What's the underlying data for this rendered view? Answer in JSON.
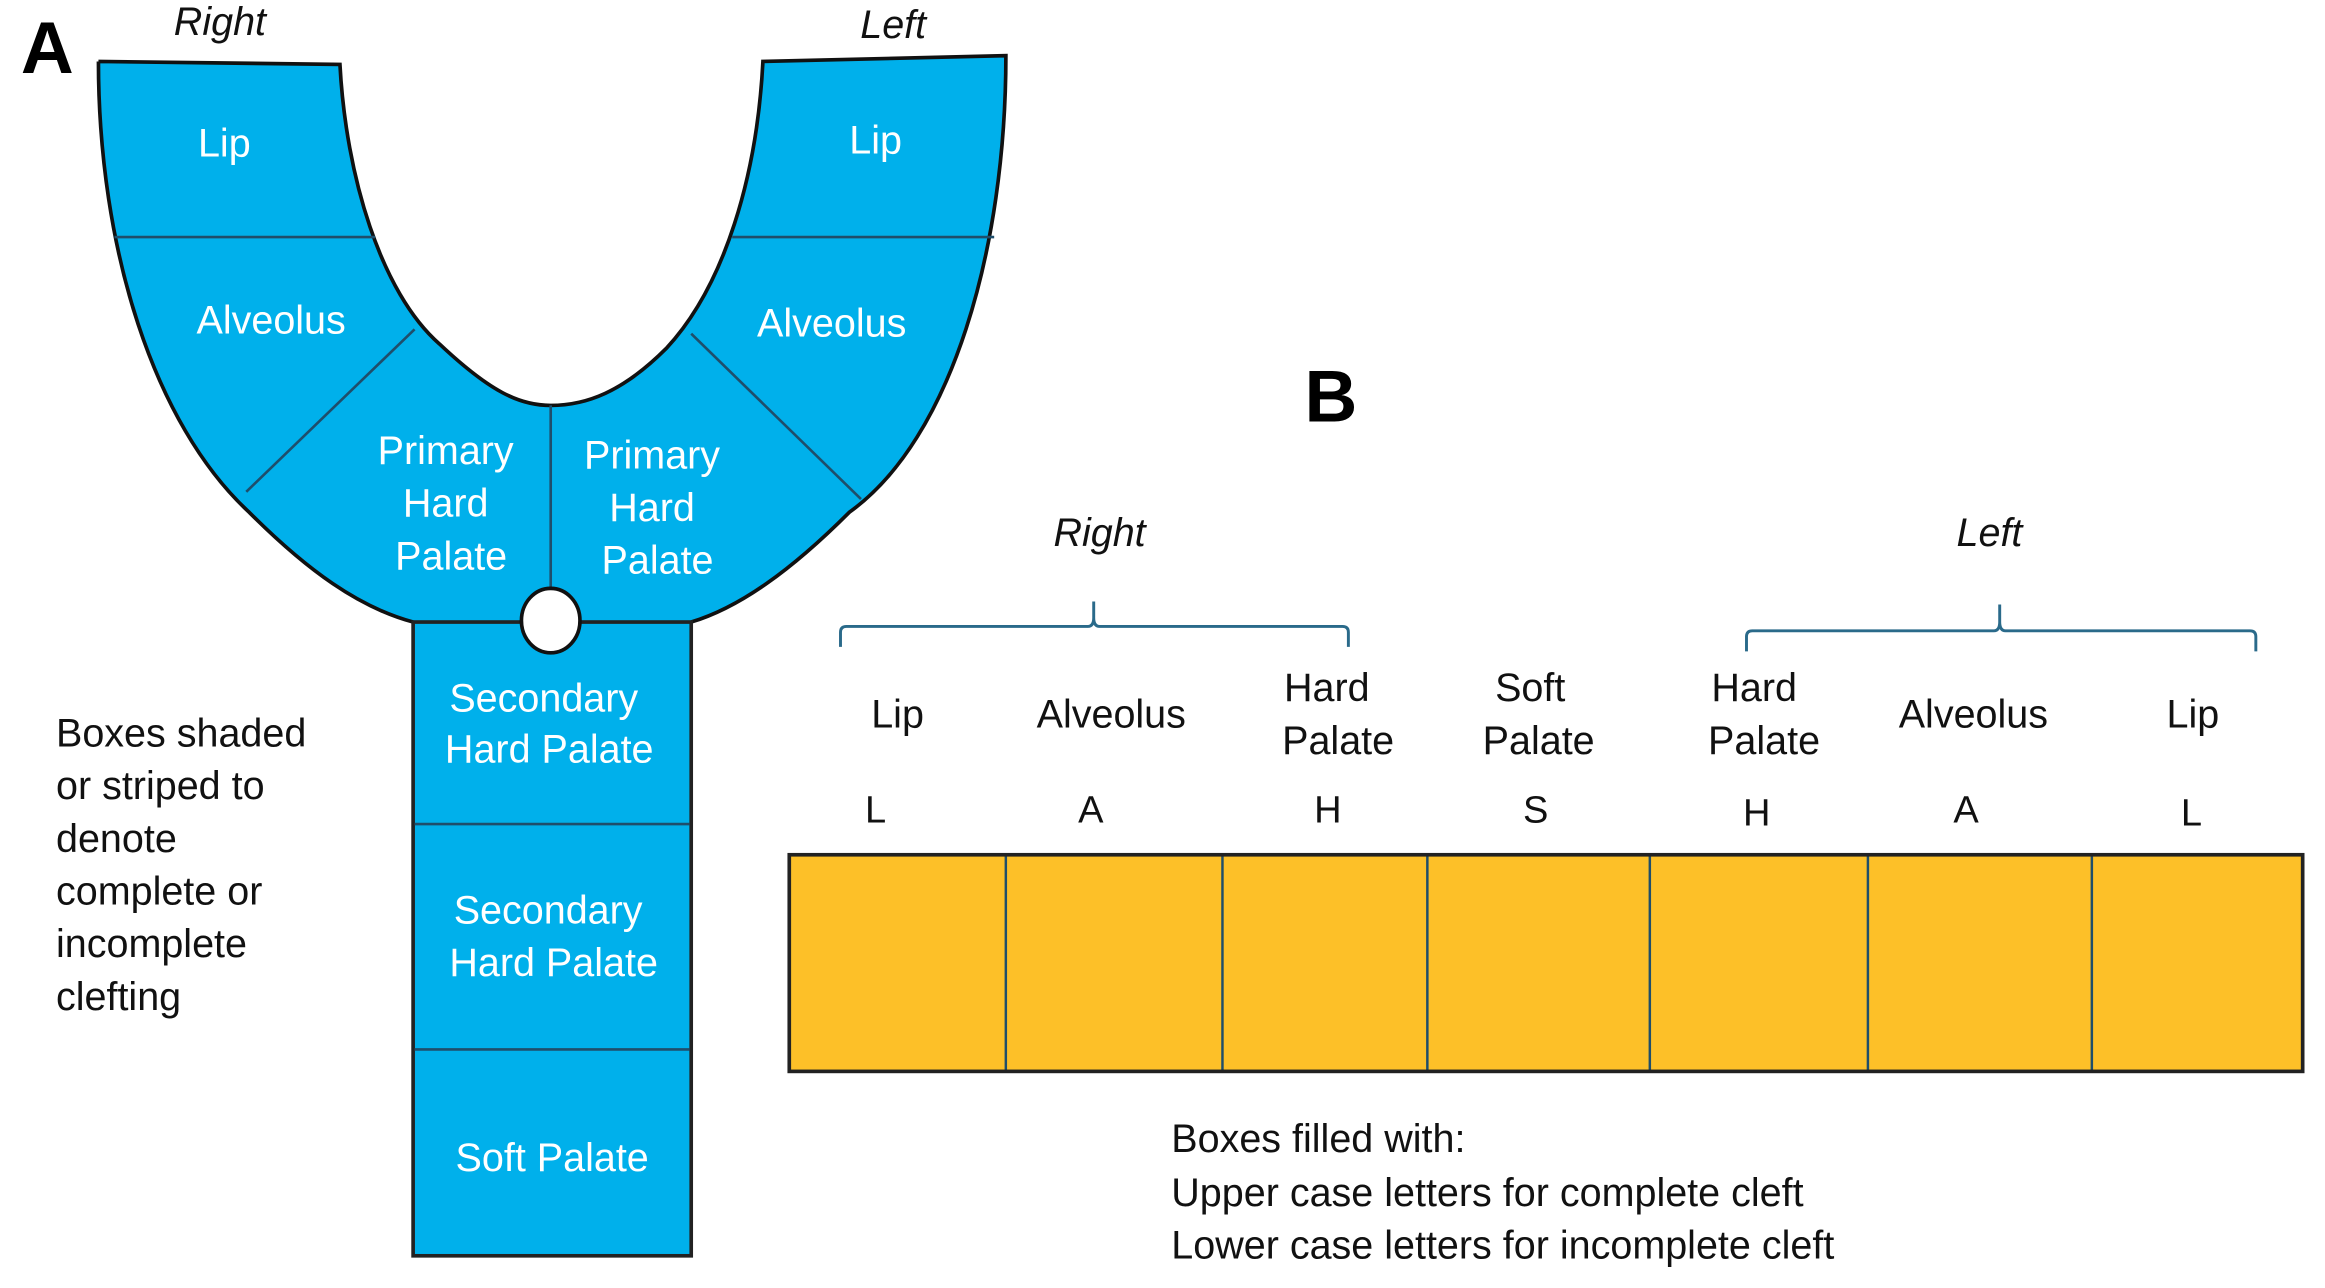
{
  "colors": {
    "region_fill": "#00b0eb",
    "box_fill": "#fdc028",
    "divider": "#1f4e6b",
    "brace": "#2a6a8a"
  },
  "panel_a": {
    "panel_letter": "A",
    "side_right": "Right",
    "side_left": "Left",
    "regions": {
      "right_lip": "Lip",
      "left_lip": "Lip",
      "right_alveolus": "Alveolus",
      "left_alveolus": "Alveolus",
      "right_primary": [
        "Primary",
        "Hard",
        "Palate"
      ],
      "left_primary": [
        "Primary",
        "Hard",
        "Palate"
      ],
      "secondary_1": [
        "Secondary",
        "Hard Palate"
      ],
      "secondary_2": [
        "Secondary",
        "Hard Palate"
      ],
      "soft_palate": "Soft Palate"
    },
    "note": [
      "Boxes shaded",
      "or striped to",
      "denote",
      "complete or",
      "incomplete",
      "clefting"
    ]
  },
  "panel_b": {
    "panel_letter": "B",
    "group_right": "Right",
    "group_left": "Left",
    "columns": [
      {
        "label": [
          "Lip"
        ],
        "code": "L"
      },
      {
        "label": [
          "Alveolus"
        ],
        "code": "A"
      },
      {
        "label": [
          "Hard",
          "Palate"
        ],
        "code": "H"
      },
      {
        "label": [
          "Soft",
          "Palate"
        ],
        "code": "S"
      },
      {
        "label": [
          "Hard",
          "Palate"
        ],
        "code": "H"
      },
      {
        "label": [
          "Alveolus"
        ],
        "code": "A"
      },
      {
        "label": [
          "Lip"
        ],
        "code": "L"
      }
    ],
    "notes": [
      "Boxes filled with:",
      "Upper case letters for complete cleft",
      "Lower case letters for incomplete cleft"
    ]
  }
}
